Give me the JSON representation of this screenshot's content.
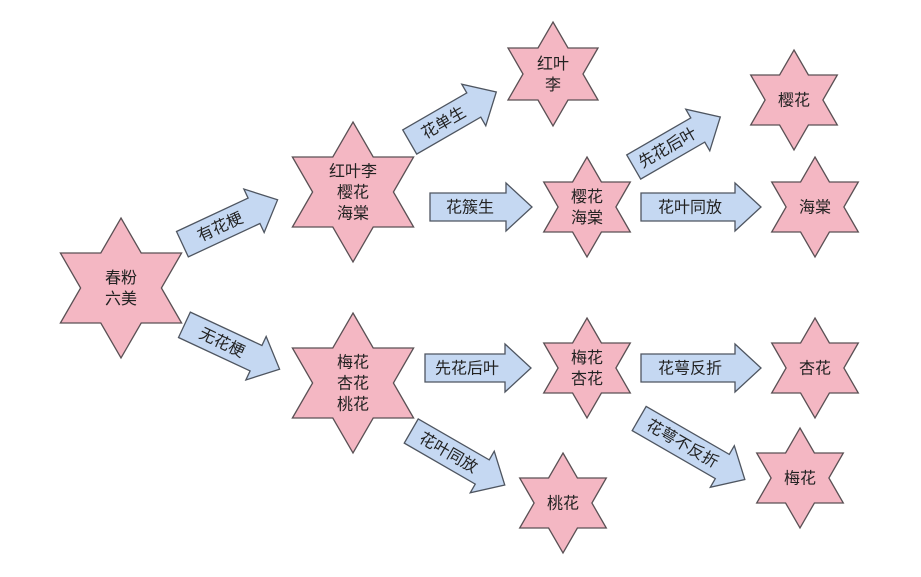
{
  "colors": {
    "star_fill": "#f4b7c3",
    "arrow_fill": "#c5d8f2",
    "outline": "#5a5054"
  },
  "nodes": {
    "root": [
      "春粉",
      "六美"
    ],
    "with_stalk": [
      "红叶李",
      "樱花",
      "海棠"
    ],
    "no_stalk": [
      "梅花",
      "杏花",
      "桃花"
    ],
    "hongyeli": [
      "红叶",
      "李"
    ],
    "yinghua_haitang": [
      "樱花",
      "海棠"
    ],
    "meihua_xinghua": [
      "梅花",
      "杏花"
    ],
    "taohua": [
      "桃花"
    ],
    "yinghua": [
      "樱花"
    ],
    "haitang": [
      "海棠"
    ],
    "xinghua": [
      "杏花"
    ],
    "meihua": [
      "梅花"
    ]
  },
  "edges": {
    "has_stalk": "有花梗",
    "no_stalk": "无花梗",
    "single_flower": "花单生",
    "clustered": "花簇生",
    "flower_before_leaf_top": "先花后叶",
    "flower_with_leaf_top": "花叶同放",
    "flower_before_leaf_mid": "先花后叶",
    "flower_with_leaf_low": "花叶同放",
    "sepal_reflexed": "花萼反折",
    "sepal_not_reflexed": "花萼不反折"
  }
}
